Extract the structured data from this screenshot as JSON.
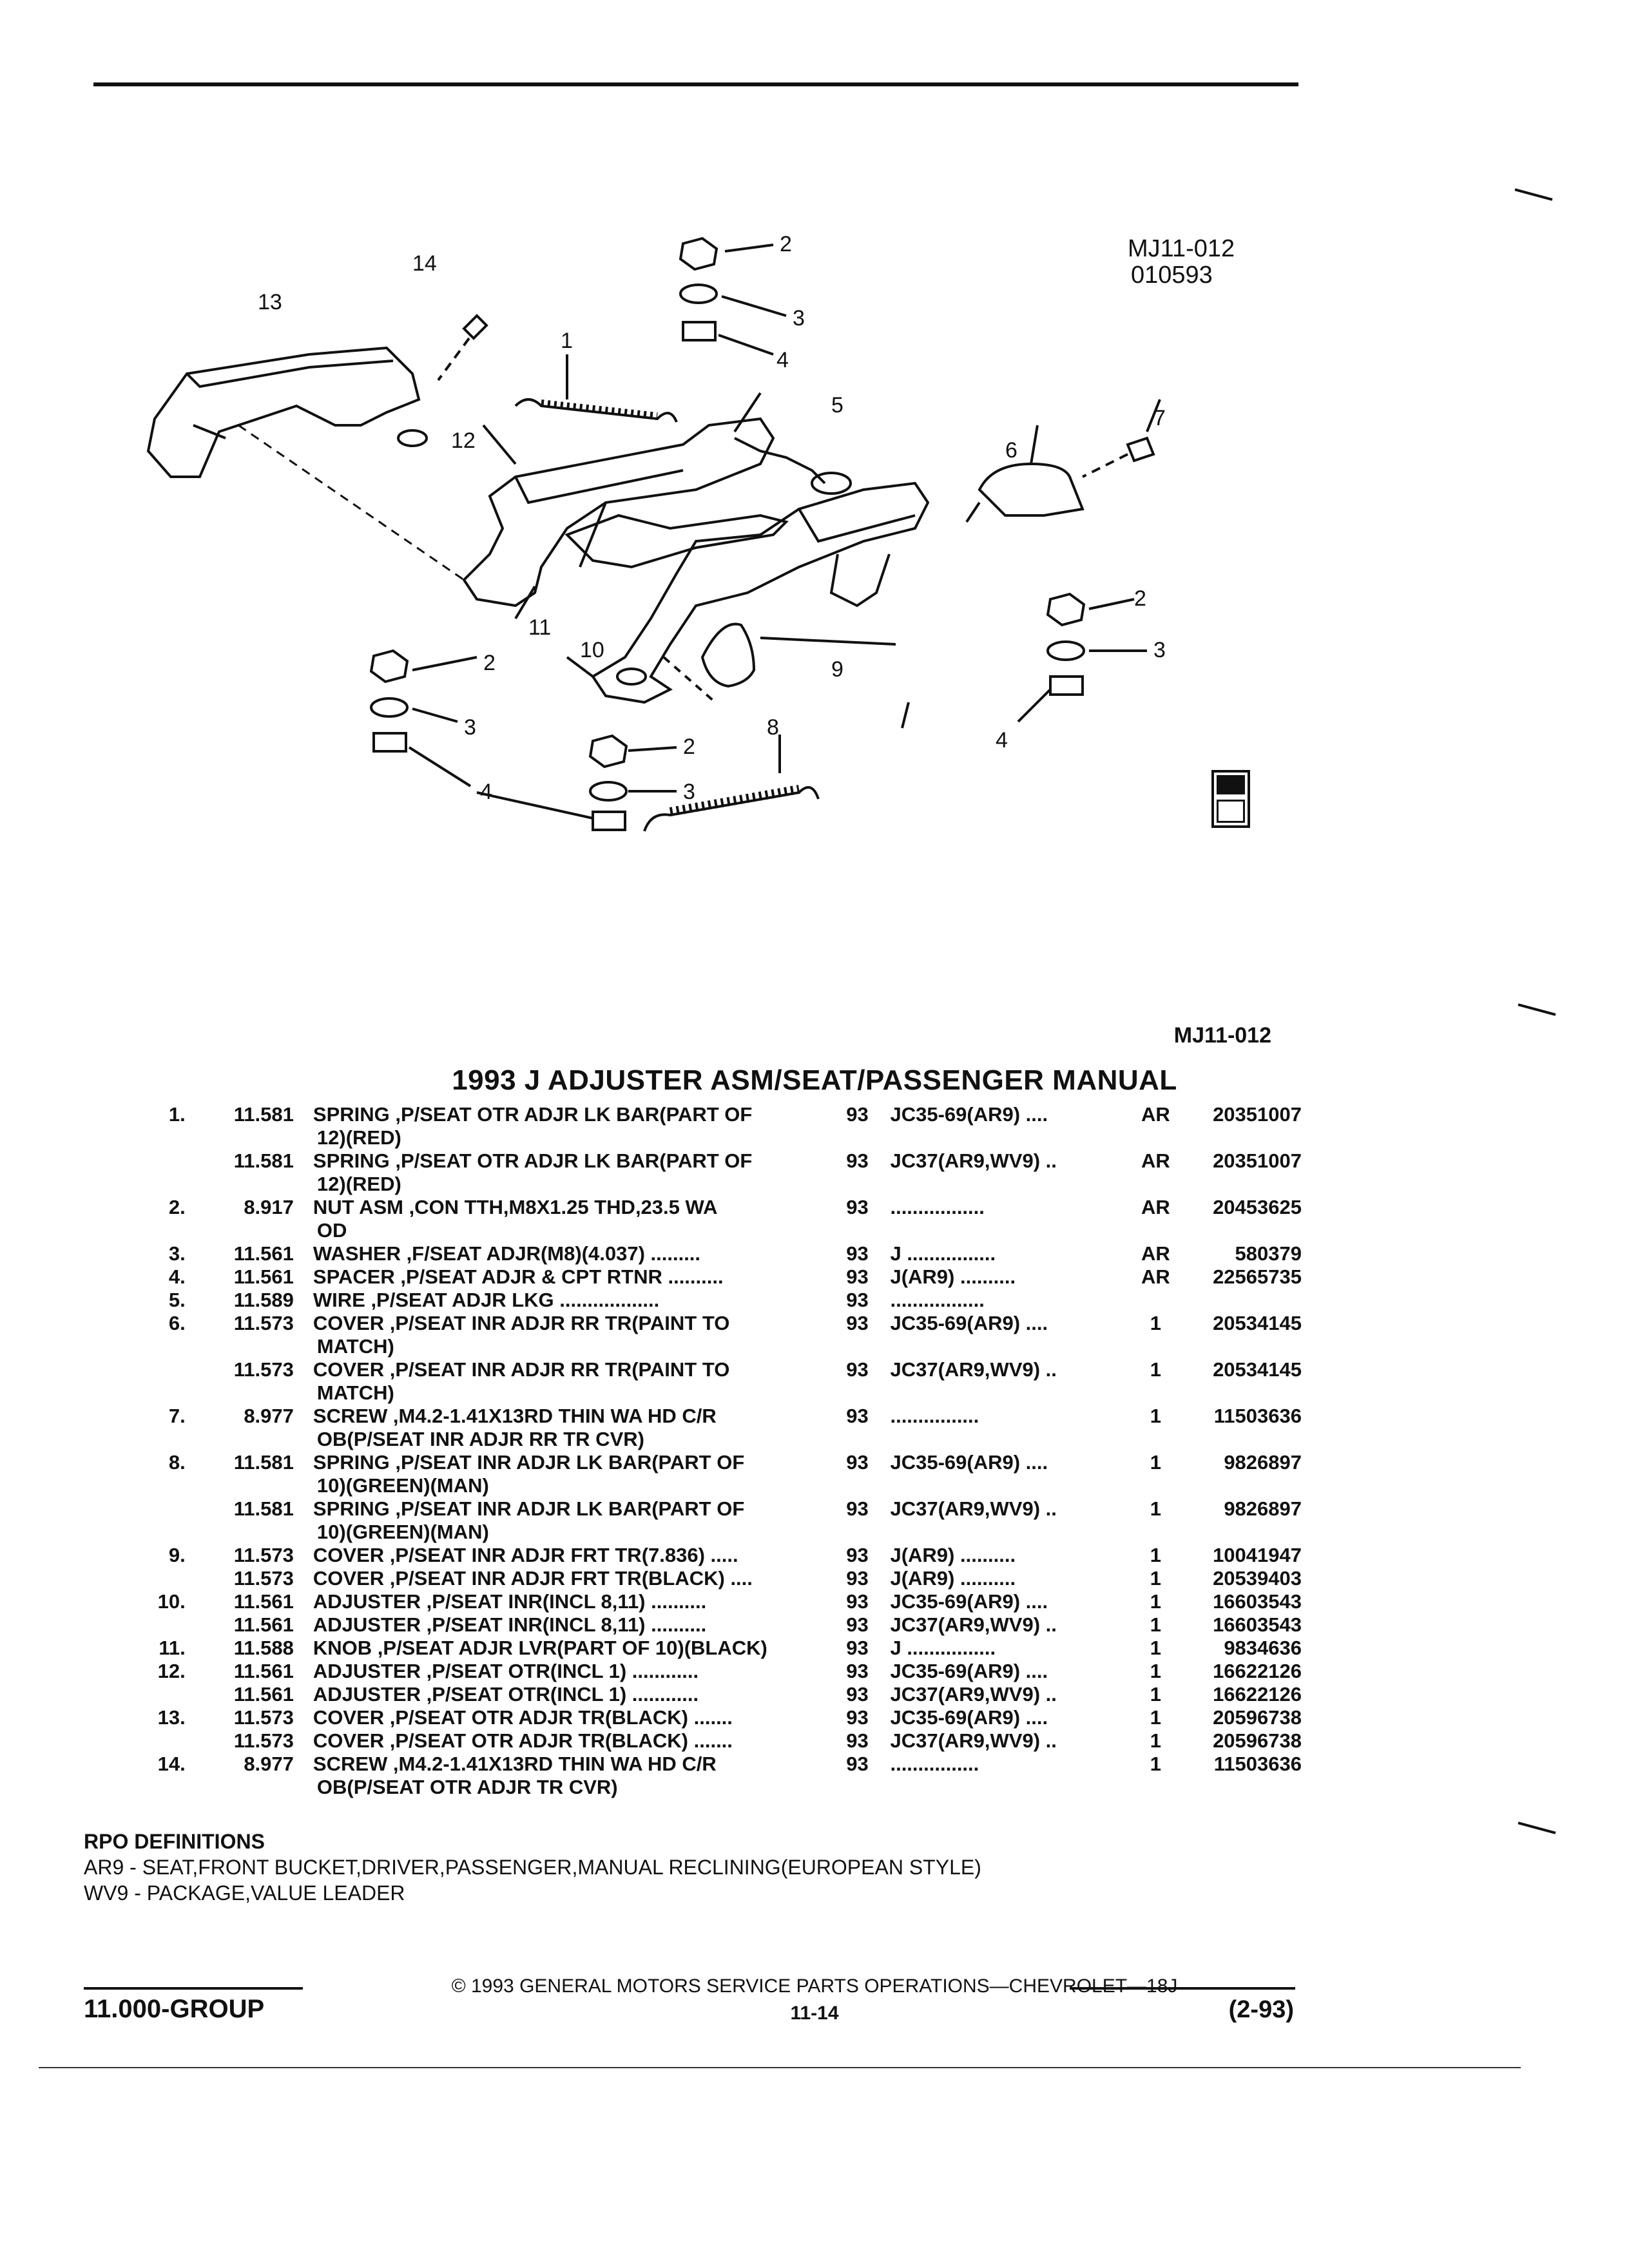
{
  "figure": {
    "code": "MJ11-012",
    "date_code": "010593",
    "ref_code": "MJ11-012",
    "callouts": [
      "13",
      "14",
      "2",
      "3",
      "4",
      "1",
      "5",
      "12",
      "6",
      "7",
      "11",
      "2",
      "10",
      "9",
      "2",
      "3",
      "2",
      "3",
      "8",
      "3",
      "4",
      "4"
    ]
  },
  "catalog": {
    "title": "1993 J ADJUSTER ASM/SEAT/PASSENGER MANUAL",
    "rows": [
      {
        "item": "1.",
        "group": "11.581",
        "desc": "SPRING ,P/SEAT OTR ADJR LK BAR(PART OF",
        "desc2": "12)(RED)",
        "year": "93",
        "models": "JC35-69(AR9) ....",
        "qty": "AR",
        "part": "20351007"
      },
      {
        "item": "",
        "group": "11.581",
        "desc": "SPRING ,P/SEAT OTR ADJR LK BAR(PART OF",
        "desc2": "12)(RED)",
        "year": "93",
        "models": "JC37(AR9,WV9) ..",
        "qty": "AR",
        "part": "20351007"
      },
      {
        "item": "2.",
        "group": "8.917",
        "desc": "NUT ASM ,CON TTH,M8X1.25 THD,23.5 WA",
        "desc2": "OD",
        "year": "93",
        "models": ".................",
        "qty": "AR",
        "part": "20453625"
      },
      {
        "item": "3.",
        "group": "11.561",
        "desc": "WASHER ,F/SEAT ADJR(M8)(4.037) .........",
        "desc2": "",
        "year": "93",
        "models": "J ................",
        "qty": "AR",
        "part": "580379"
      },
      {
        "item": "4.",
        "group": "11.561",
        "desc": "SPACER ,P/SEAT ADJR & CPT RTNR ..........",
        "desc2": "",
        "year": "93",
        "models": "J(AR9) ..........",
        "qty": "AR",
        "part": "22565735"
      },
      {
        "item": "5.",
        "group": "11.589",
        "desc": "WIRE ,P/SEAT ADJR LKG ..................",
        "desc2": "",
        "year": "93",
        "models": ".................",
        "qty": "",
        "part": ""
      },
      {
        "item": "6.",
        "group": "11.573",
        "desc": "COVER ,P/SEAT INR ADJR RR TR(PAINT TO",
        "desc2": "MATCH)",
        "year": "93",
        "models": "JC35-69(AR9) ....",
        "qty": "1",
        "part": "20534145"
      },
      {
        "item": "",
        "group": "11.573",
        "desc": "COVER ,P/SEAT INR ADJR RR TR(PAINT TO",
        "desc2": "MATCH)",
        "year": "93",
        "models": "JC37(AR9,WV9) ..",
        "qty": "1",
        "part": "20534145"
      },
      {
        "item": "7.",
        "group": "8.977",
        "desc": "SCREW ,M4.2-1.41X13RD THIN WA HD C/R",
        "desc2": "OB(P/SEAT INR ADJR RR TR CVR)",
        "year": "93",
        "models": "................",
        "qty": "1",
        "part": "11503636"
      },
      {
        "item": "8.",
        "group": "11.581",
        "desc": "SPRING ,P/SEAT INR ADJR LK BAR(PART OF",
        "desc2": "10)(GREEN)(MAN)",
        "year": "93",
        "models": "JC35-69(AR9) ....",
        "qty": "1",
        "part": "9826897"
      },
      {
        "item": "",
        "group": "11.581",
        "desc": "SPRING ,P/SEAT INR ADJR LK BAR(PART OF",
        "desc2": "10)(GREEN)(MAN)",
        "year": "93",
        "models": "JC37(AR9,WV9) ..",
        "qty": "1",
        "part": "9826897"
      },
      {
        "item": "9.",
        "group": "11.573",
        "desc": "COVER ,P/SEAT INR ADJR FRT TR(7.836) .....",
        "desc2": "",
        "year": "93",
        "models": "J(AR9) ..........",
        "qty": "1",
        "part": "10041947"
      },
      {
        "item": "",
        "group": "11.573",
        "desc": "COVER ,P/SEAT INR ADJR FRT TR(BLACK) ....",
        "desc2": "",
        "year": "93",
        "models": "J(AR9) ..........",
        "qty": "1",
        "part": "20539403"
      },
      {
        "item": "10.",
        "group": "11.561",
        "desc": "ADJUSTER ,P/SEAT INR(INCL 8,11) ..........",
        "desc2": "",
        "year": "93",
        "models": "JC35-69(AR9) ....",
        "qty": "1",
        "part": "16603543"
      },
      {
        "item": "",
        "group": "11.561",
        "desc": "ADJUSTER ,P/SEAT INR(INCL 8,11) ..........",
        "desc2": "",
        "year": "93",
        "models": "JC37(AR9,WV9) ..",
        "qty": "1",
        "part": "16603543"
      },
      {
        "item": "11.",
        "group": "11.588",
        "desc": "KNOB ,P/SEAT ADJR LVR(PART OF 10)(BLACK)",
        "desc2": "",
        "year": "93",
        "models": "J ................",
        "qty": "1",
        "part": "9834636"
      },
      {
        "item": "12.",
        "group": "11.561",
        "desc": "ADJUSTER ,P/SEAT OTR(INCL 1) ............",
        "desc2": "",
        "year": "93",
        "models": "JC35-69(AR9) ....",
        "qty": "1",
        "part": "16622126"
      },
      {
        "item": "",
        "group": "11.561",
        "desc": "ADJUSTER ,P/SEAT OTR(INCL 1) ............",
        "desc2": "",
        "year": "93",
        "models": "JC37(AR9,WV9) ..",
        "qty": "1",
        "part": "16622126"
      },
      {
        "item": "13.",
        "group": "11.573",
        "desc": "COVER ,P/SEAT OTR ADJR TR(BLACK) .......",
        "desc2": "",
        "year": "93",
        "models": "JC35-69(AR9) ....",
        "qty": "1",
        "part": "20596738"
      },
      {
        "item": "",
        "group": "11.573",
        "desc": "COVER ,P/SEAT OTR ADJR TR(BLACK) .......",
        "desc2": "",
        "year": "93",
        "models": "JC37(AR9,WV9) ..",
        "qty": "1",
        "part": "20596738"
      },
      {
        "item": "14.",
        "group": "8.977",
        "desc": "SCREW ,M4.2-1.41X13RD THIN WA HD C/R",
        "desc2": "OB(P/SEAT OTR ADJR TR CVR)",
        "year": "93",
        "models": "................",
        "qty": "1",
        "part": "11503636"
      }
    ]
  },
  "rpo": {
    "heading": "RPO DEFINITIONS",
    "defs": [
      "AR9 - SEAT,FRONT BUCKET,DRIVER,PASSENGER,MANUAL RECLINING(EUROPEAN STYLE)",
      "WV9 - PACKAGE,VALUE LEADER"
    ]
  },
  "footer": {
    "copyright": "© 1993 GENERAL MOTORS SERVICE PARTS OPERATIONS—CHEVROLET—18J",
    "group": "11.000-GROUP",
    "page": "11-14",
    "revision": "(2-93)"
  }
}
